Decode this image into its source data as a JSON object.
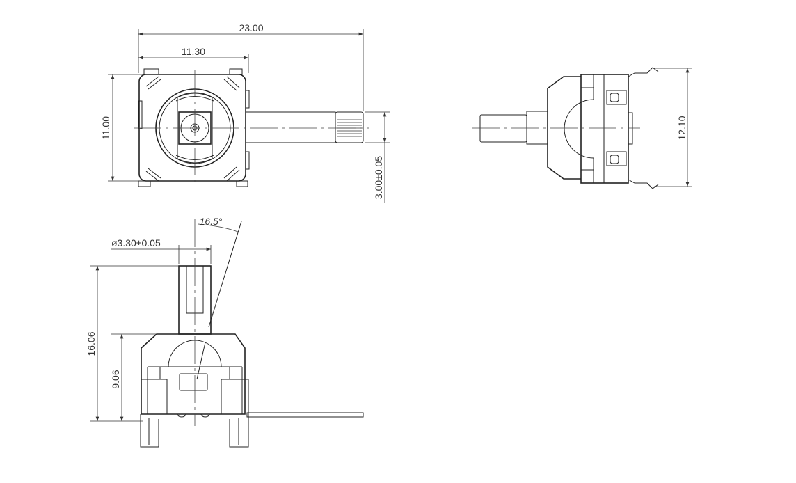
{
  "drawing": {
    "top_view": {
      "overall_length": "23.00",
      "body_width": "11.30",
      "body_height": "11.00",
      "shaft_offset": "3.00±0.05"
    },
    "side_view": {
      "total_height": "12.10"
    },
    "front_view": {
      "tilt_angle": "16.5°",
      "shaft_diameter": "ø3.30±0.05",
      "overall_height": "16.06",
      "body_height": "9.06"
    }
  },
  "colors": {
    "line": "#222222",
    "background": "#ffffff"
  }
}
